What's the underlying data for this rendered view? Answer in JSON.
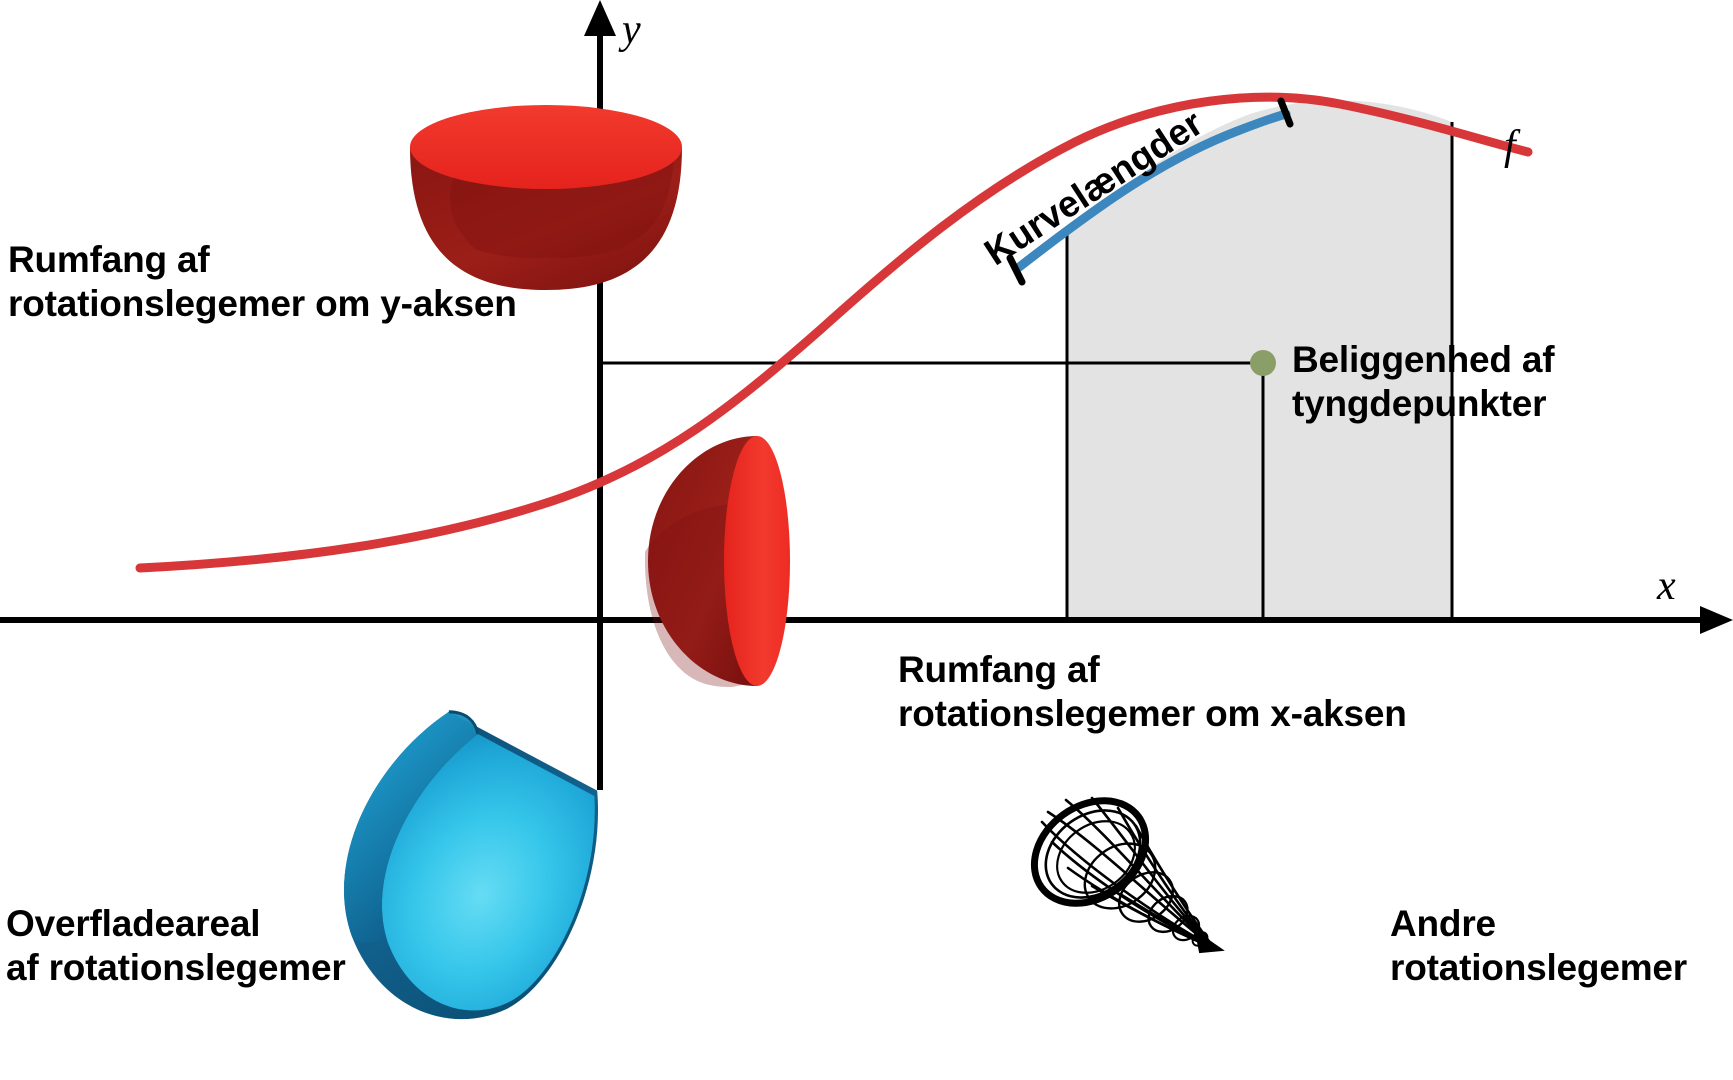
{
  "diagram": {
    "title_language": "da",
    "axes": {
      "x_label": "x",
      "y_label": "y"
    },
    "function_label": "f",
    "labels": {
      "volume_y_axis": "Rumfang af\nrotationslegemer om y-aksen",
      "volume_x_axis": "Rumfang af\nrotationslegemer om x-aksen",
      "curve_lengths": "Kurvelængder",
      "centroids": "Beliggenhed af\ntyngdepunkter",
      "surface_area": "Overfladeareal\naf rotationslegemer",
      "other_solids": "Andre\nrotationslegemer"
    },
    "colors": {
      "curve_red": "#D8373A",
      "solid_red_light": "#EE2B24",
      "solid_red_dark": "#8E1A16",
      "arc_blue": "#3C87BE",
      "shaded_region": "#E3E3E3",
      "centroid_green": "#8A9E68",
      "wireframe_black": "#000000",
      "surface_blue_light": "#29C2E8",
      "surface_blue_dark": "#0E5B87",
      "axis_black": "#000000"
    },
    "elements": {
      "shaded_region_note": "grey region under curve f between two vertical lines",
      "centroid_dot_note": "green dot marking centre of mass of shaded region",
      "blue_arc_note": "blue arc above curve with end ticks indicating arc length",
      "solids": [
        {
          "name": "red-bowl-y-axis",
          "color": "red",
          "axis": "y"
        },
        {
          "name": "red-bullet-x-axis",
          "color": "red",
          "axis": "x"
        },
        {
          "name": "blue-shell-surface",
          "color": "blue"
        },
        {
          "name": "wireframe-horn",
          "color": "black"
        }
      ]
    }
  },
  "chart_data": {
    "type": "line",
    "title": "",
    "xlabel": "x",
    "ylabel": "y",
    "series": [
      {
        "name": "f",
        "description": "sigmoid-like curve rising then cresting",
        "x": [
          0.0,
          0.1,
          0.2,
          0.3,
          0.4,
          0.5,
          0.6,
          0.7,
          0.8,
          0.9,
          1.0
        ],
        "y": [
          0.06,
          0.09,
          0.14,
          0.23,
          0.36,
          0.52,
          0.68,
          0.82,
          0.92,
          0.96,
          0.93
        ]
      },
      {
        "name": "Kurvelængder",
        "description": "blue arc offset above f between x=0.62 and x=0.85",
        "x": [
          0.62,
          0.7,
          0.78,
          0.85
        ],
        "y": [
          0.74,
          0.85,
          0.93,
          0.98
        ]
      }
    ],
    "annotations": [
      {
        "label": "f",
        "x": 1.02,
        "y": 0.88
      },
      {
        "label": "Kurvelængder",
        "x": 0.72,
        "y": 1.02
      },
      {
        "label": "Beliggenhed af tyngdepunkter",
        "x": 0.92,
        "y": 0.55
      },
      {
        "label": "centroid",
        "x": 0.84,
        "y": 0.54,
        "marker": "green-dot"
      }
    ],
    "shaded_region": {
      "x_from": 0.66,
      "x_to": 0.96,
      "fill": "#E3E3E3"
    },
    "grid": false,
    "legend": "none"
  }
}
